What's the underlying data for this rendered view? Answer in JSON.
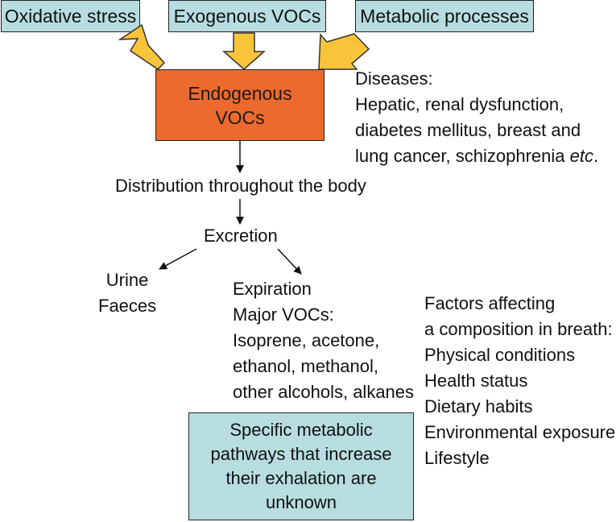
{
  "sources": {
    "oxidative": "Oxidative stress",
    "exogenous": "Exogenous VOCs",
    "metabolic": "Metabolic processes"
  },
  "endogenous": {
    "line1": "Endogenous",
    "line2": "VOCs"
  },
  "diseases": {
    "title": "Diseases:",
    "line1": "Hepatic, renal dysfunction,",
    "line2": "diabetes mellitus, breast and",
    "line3_pre": "lung cancer, schizophrenia ",
    "line3_etc": "etc",
    "line3_post": "."
  },
  "distribution": "Distribution throughout the body",
  "excretion": "Excretion",
  "urine_faeces": {
    "line1": "Urine",
    "line2": "Faeces"
  },
  "expiration": {
    "title": "Expiration",
    "line1": "Major VOCs:",
    "line2": "Isoprene, acetone,",
    "line3": "ethanol, methanol,",
    "line4": "other alcohols, alkanes"
  },
  "factors": {
    "line1": "Factors affecting",
    "line2": "a composition in breath:",
    "items": [
      "Physical conditions",
      "Health status",
      "Dietary habits",
      "Environmental exposure",
      "Lifestyle"
    ]
  },
  "unknown_box": {
    "line1": "Specific metabolic",
    "line2": "pathways that increase",
    "line3": "their exhalation are",
    "line4": "unknown"
  },
  "colors": {
    "source_fill": "#b7dde0",
    "endogenous_fill": "#ec6a2e",
    "block_arrow": "#f8c43a"
  }
}
